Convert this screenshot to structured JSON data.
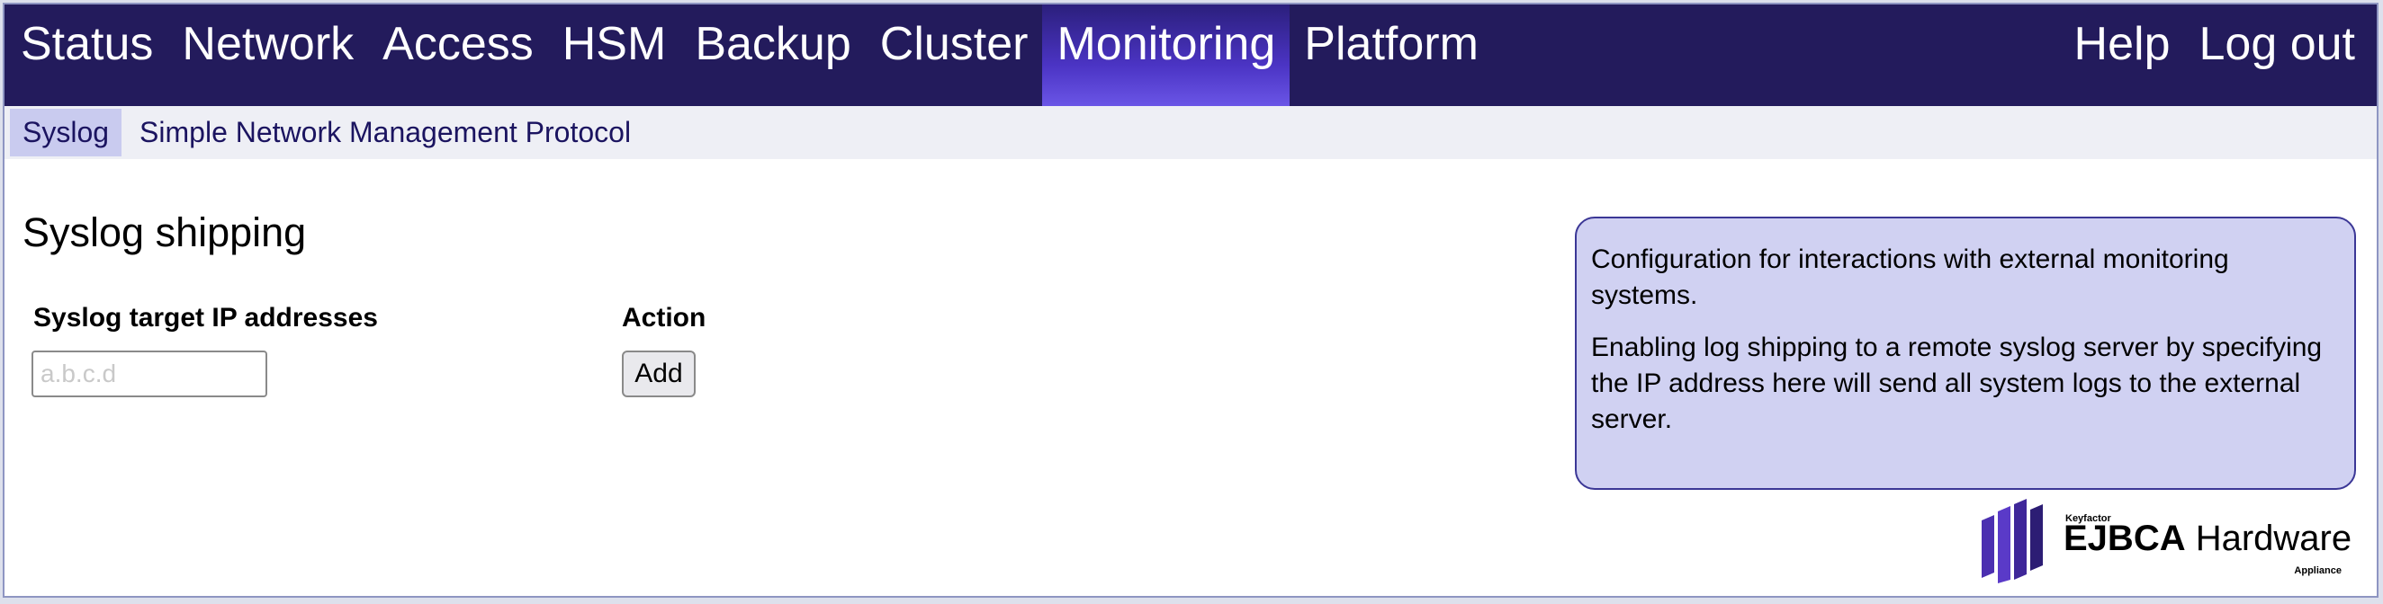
{
  "topnav": {
    "items": [
      "Status",
      "Network",
      "Access",
      "HSM",
      "Backup",
      "Cluster",
      "Monitoring",
      "Platform"
    ],
    "active": "Monitoring",
    "help": "Help",
    "logout": "Log out"
  },
  "subnav": {
    "items": [
      "Syslog",
      "Simple Network Management Protocol"
    ],
    "active": "Syslog"
  },
  "main": {
    "title": "Syslog shipping",
    "col_ip": "Syslog target IP addresses",
    "col_action": "Action",
    "ip_placeholder": "a.b.c.d",
    "add_label": "Add"
  },
  "info": {
    "p1": "Configuration for interactions with external monitoring systems.",
    "p2": "Enabling log shipping to a remote syslog server by specifying the IP address here will send all system logs to the external server."
  },
  "logo": {
    "vendor": "Keyfactor",
    "product_bold": "EJBCA",
    "product_rest": " Hardware",
    "sub": "Appliance"
  },
  "colors": {
    "nav_bg": "#231b5c",
    "nav_active": "#4b34c4",
    "info_bg": "#d0d1f2",
    "info_border": "#3b3796",
    "logo_purple": "#4b2fb0"
  }
}
